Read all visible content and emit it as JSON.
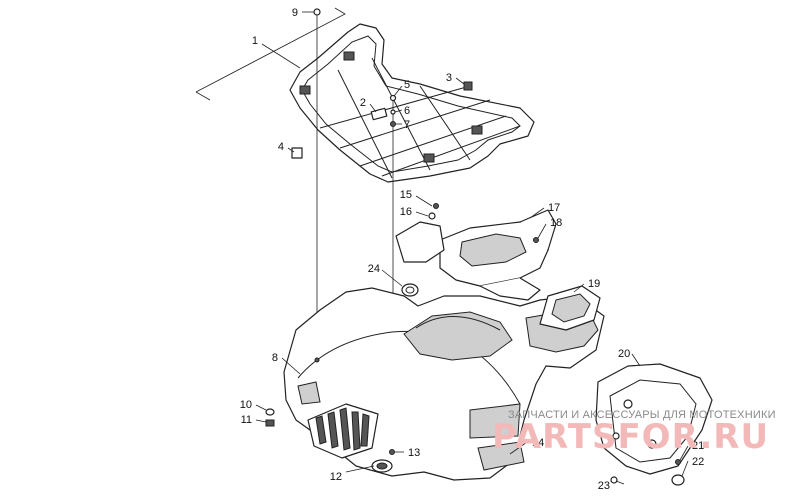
{
  "callouts": [
    {
      "id": "c1",
      "label": "1"
    },
    {
      "id": "c2",
      "label": "2"
    },
    {
      "id": "c3",
      "label": "3"
    },
    {
      "id": "c4",
      "label": "4"
    },
    {
      "id": "c5",
      "label": "5"
    },
    {
      "id": "c6",
      "label": "6"
    },
    {
      "id": "c7",
      "label": "7"
    },
    {
      "id": "c8",
      "label": "8"
    },
    {
      "id": "c9",
      "label": "9"
    },
    {
      "id": "c10",
      "label": "10"
    },
    {
      "id": "c11",
      "label": "11"
    },
    {
      "id": "c12",
      "label": "12"
    },
    {
      "id": "c13",
      "label": "13"
    },
    {
      "id": "c14",
      "label": "14"
    },
    {
      "id": "c15",
      "label": "15"
    },
    {
      "id": "c16",
      "label": "16"
    },
    {
      "id": "c17",
      "label": "17"
    },
    {
      "id": "c18",
      "label": "18"
    },
    {
      "id": "c19",
      "label": "19"
    },
    {
      "id": "c20",
      "label": "20"
    },
    {
      "id": "c21",
      "label": "21"
    },
    {
      "id": "c22",
      "label": "22"
    },
    {
      "id": "c23",
      "label": "23"
    },
    {
      "id": "c24",
      "label": "24"
    }
  ],
  "watermark": {
    "caption": "ЗАПЧАСТИ И АКСЕССУАРЫ ДЛЯ МОТОТЕХНИКИ",
    "logo": "PARTSFOR.RU"
  }
}
